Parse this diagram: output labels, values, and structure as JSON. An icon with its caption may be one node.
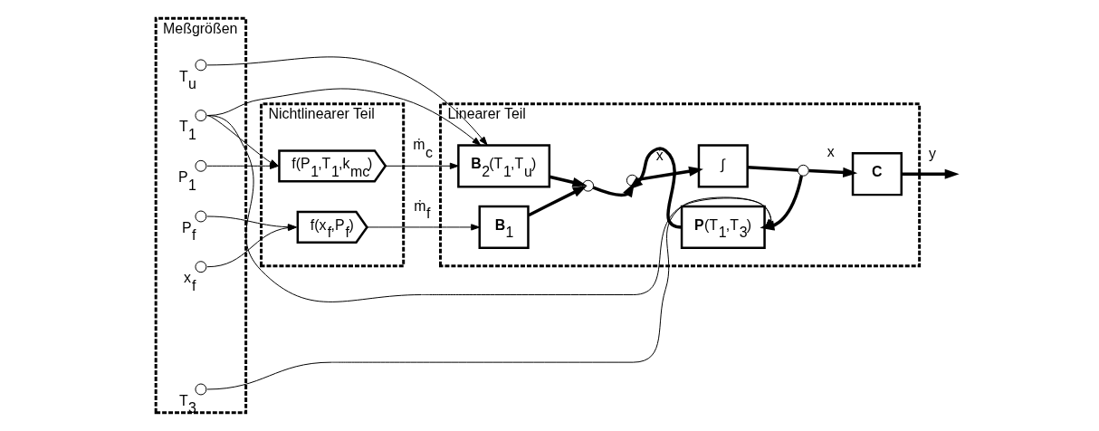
{
  "diagram": {
    "nodes": [
      {
        "text": [
          "Meßgrößen"
        ]
      },
      {
        "text": [
          "Nichtlinearer Teil"
        ]
      },
      {
        "text": [
          "Linearer Teil"
        ]
      },
      {
        "text": [],
        "shape": "circle",
        "beside": [
          "x$_{f}$"
        ],
        "in": 0
      },
      {
        "text": [],
        "shape": "circle",
        "beside": [
          "P$_{f}$"
        ],
        "in": 0
      },
      {
        "text": [],
        "shape": "circle",
        "beside": [
          "P$_{1}$"
        ],
        "in": 0
      },
      {
        "text": [],
        "shape": "circle",
        "beside": [
          "T$_{1}$"
        ],
        "in": 0
      },
      {
        "text": [],
        "shape": "circle",
        "beside": [
          "T$_{u}$"
        ],
        "in": 0
      },
      {
        "text": [],
        "shape": "circle",
        "beside": [
          "T$_{3}$"
        ],
        "in": 0
      },
      {
        "text": [
          "f(x$_{f}$,P$_{f}$)"
        ],
        "in": 1
      },
      {
        "text": [
          "f(P$_{1}$,T$_{1}$,k$_{mc}$)"
        ],
        "in": 1
      },
      {
        "text": [
          "**B**$_{1}$"
        ],
        "in": 2
      },
      {
        "text": [
          "**B**$_{2}$(T$_{1}$,T$_{u}$)"
        ],
        "in": 2
      },
      {
        "text": [],
        "shape": "circle",
        "in": 2
      },
      {
        "text": [],
        "shape": "circle",
        "in": 2
      },
      {
        "text": [
          "∫"
        ],
        "in": 2
      },
      {
        "text": [],
        "shape": "circle",
        "in": 2
      },
      {
        "text": [
          "**C**"
        ],
        "in": 2
      },
      {
        "text": [
          "**P**(T$_{1}$,T$_{3}$)"
        ],
        "in": 2
      }
    ],
    "edges": [
      {
        "from": 3,
        "to": 9,
        "arrow": "to"
      },
      {
        "from": 4,
        "to": 9,
        "arrow": "to"
      },
      {
        "from": 5,
        "to": 10,
        "arrow": "to"
      },
      {
        "from": 6,
        "to": 10,
        "arrow": "to"
      },
      {
        "from": 9,
        "to": 11,
        "arrow": "to",
        "label": "ṁ$_{f}$"
      },
      {
        "from": 10,
        "to": 12,
        "arrow": "to",
        "label": "ṁ$_{c}$"
      },
      {
        "from": 6,
        "to": 12,
        "arrow": "to"
      },
      {
        "from": 7,
        "to": 12,
        "arrow": "to"
      },
      {
        "from": 6,
        "to": 18,
        "arrow": "to"
      },
      {
        "from": 8,
        "to": 18,
        "arrow": "to"
      },
      {
        "from": 11,
        "to": 13,
        "arrow": "to",
        "style": "thick"
      },
      {
        "from": 12,
        "to": 13,
        "arrow": "to",
        "style": "thick"
      },
      {
        "from": 13,
        "to": 14,
        "arrow": "to",
        "style": "thick"
      },
      {
        "from": 14,
        "to": 15,
        "arrow": "to",
        "style": "thick",
        "label": "ẋ"
      },
      {
        "from": 15,
        "to": 16,
        "arrow": "none",
        "style": "thick"
      },
      {
        "from": 16,
        "to": 17,
        "arrow": "to",
        "style": "thick",
        "label": "x"
      },
      {
        "from": 17,
        "to": null,
        "arrow": "to",
        "style": "thick",
        "label": "y"
      },
      {
        "from": 16,
        "to": 18,
        "arrow": "to",
        "style": "thick"
      },
      {
        "from": 18,
        "to": 14,
        "arrow": "to",
        "style": "thick"
      }
    ]
  }
}
